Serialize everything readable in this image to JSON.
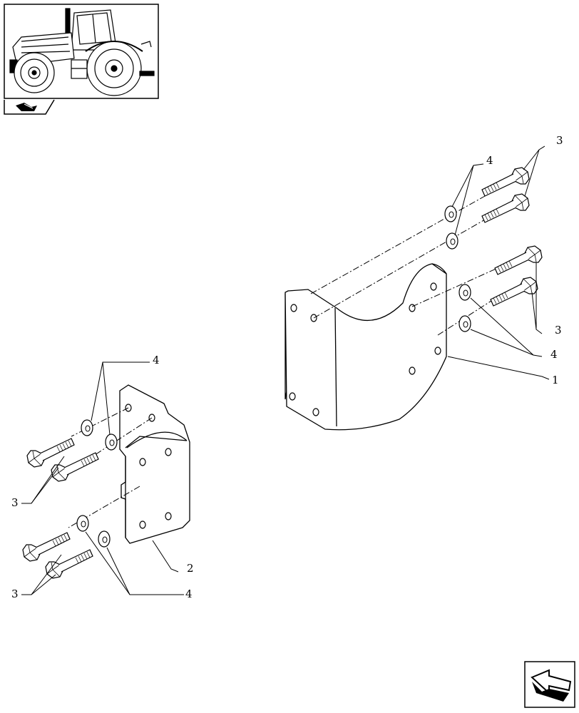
{
  "diagram": {
    "callouts": {
      "part1": "1",
      "part2": "2",
      "part3_right_upper": "3",
      "part3_right_lower": "3",
      "part3_left_upper": "3",
      "part3_left_lower": "3",
      "part4_right_upper": "4",
      "part4_right_lower": "4",
      "part4_left_upper": "4",
      "part4_left_lower": "4"
    },
    "icons": {
      "thumbnail": "tractor-thumbnail-icon",
      "section": "section-arrow-icon",
      "navigation": "next-page-arrow-icon"
    }
  }
}
